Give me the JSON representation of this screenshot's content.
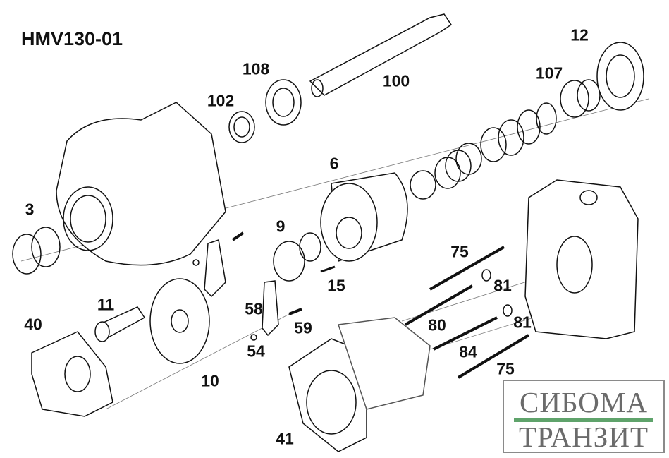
{
  "title": "HMV130-01",
  "labels": {
    "p100": "100",
    "p108": "108",
    "p102": "102",
    "p107": "107",
    "p12": "12",
    "p6": "6",
    "p3": "3",
    "p9": "9",
    "p75a": "75",
    "p81a": "81",
    "p15": "15",
    "p11": "11",
    "p40": "40",
    "p58": "58",
    "p59": "59",
    "p80": "80",
    "p81b": "81",
    "p54": "54",
    "p84": "84",
    "p75b": "75",
    "p10": "10",
    "p41": "41"
  },
  "logo": {
    "line1": "СИБОМА",
    "line2": "ТРАНЗИТ",
    "accent": "#5fa36b",
    "text_color": "#6b6b6b"
  }
}
